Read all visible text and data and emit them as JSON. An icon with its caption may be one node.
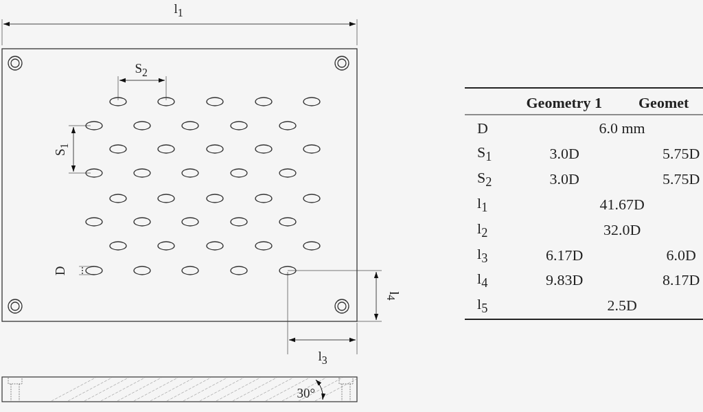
{
  "diagram": {
    "labels": [
      "l$_{1}$",
      "S$_{2}$",
      "S$_{1}$",
      "D",
      "l$_{4}$",
      "l$_{3}$",
      "30°",
      "Geometry 1",
      "Geomet",
      "D",
      "6.0 mm",
      "S$_{1}$",
      "3.0D",
      "5.75D",
      "S$_{2}$",
      "3.0D",
      "5.75D",
      "l$_{1}$",
      "41.67D",
      "l$_{2}$",
      "32.0D",
      "l$_{3}$",
      "6.17D",
      "6.0D",
      "l$_{4}$",
      "9.83D",
      "8.17D",
      "l$_{5}$",
      "2.5D"
    ]
  }
}
